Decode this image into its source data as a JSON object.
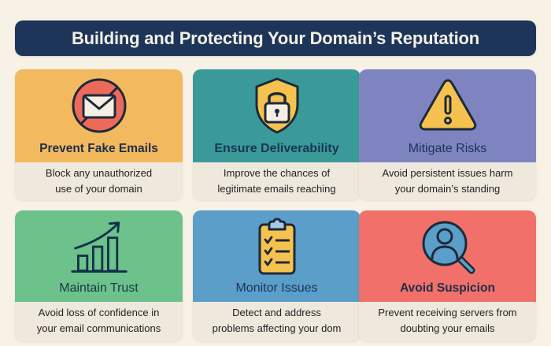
{
  "header": {
    "title": "Building and Protecting Your Domain’s Reputation"
  },
  "colors": {
    "background": "#f8f1e6",
    "header_bg": "#1c3558",
    "card_desc_bg": "#efe8dc"
  },
  "cards": [
    {
      "title": "Prevent Fake Emails",
      "description_line1": "Block any unauthorized",
      "description_line2": "use of your domain",
      "icon": "no-email-icon",
      "color": "#f3b95f"
    },
    {
      "title": "Ensure Deliverability",
      "description_line1": "Improve the chances of",
      "description_line2": "legitimate emails reaching",
      "icon": "shield-lock-icon",
      "color": "#3a9a99"
    },
    {
      "title": "Mitigate Risks",
      "description_line1": "Avoid persistent issues harm",
      "description_line2": "your domain’s standing",
      "icon": "warning-triangle-icon",
      "color": "#7d84c0"
    },
    {
      "title": "Maintain Trust",
      "description_line1": "Avoid loss of confidence in",
      "description_line2": "your email communications",
      "icon": "growth-chart-icon",
      "color": "#6cc28a"
    },
    {
      "title": "Monitor Issues",
      "description_line1": "Detect and address",
      "description_line2": "problems affecting your dom",
      "icon": "clipboard-checklist-icon",
      "color": "#5a9ec9"
    },
    {
      "title": "Avoid Suspicion",
      "description_line1": "Prevent receiving servers from",
      "description_line2": "doubting your emails",
      "icon": "user-search-icon",
      "color": "#f1706a"
    }
  ]
}
